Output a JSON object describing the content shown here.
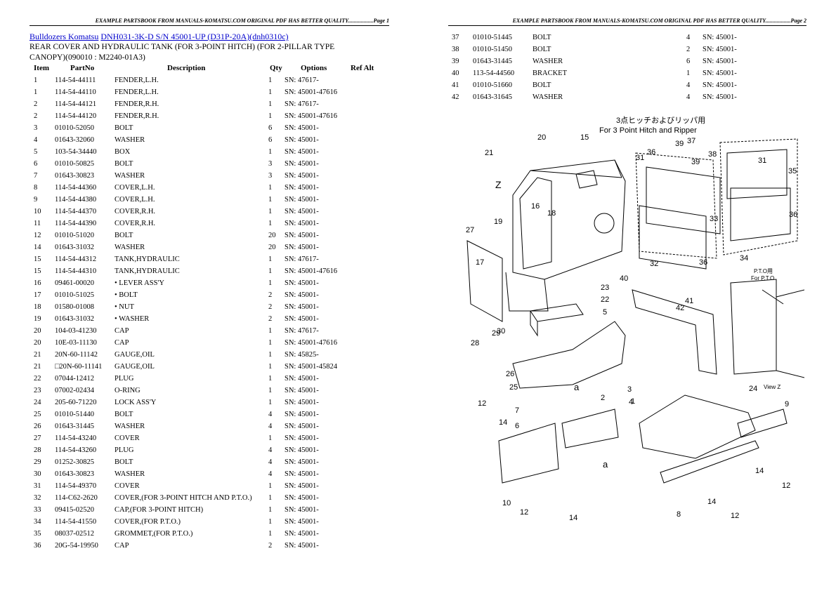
{
  "header": {
    "left": "EXAMPLE PARTSBOOK FROM MANUALS-KOMATSU.COM ORIGINAL PDF HAS BETTER QUALITY..................Page 1",
    "right": "EXAMPLE PARTSBOOK FROM MANUALS-KOMATSU.COM ORIGINAL PDF HAS BETTER QUALITY..................Page 2"
  },
  "breadcrumb": {
    "link1": "Bulldozers Komatsu",
    "link2": "DNH031-3K-D S/N 45001-UP (D31P-20A)(dnh0310c)"
  },
  "title": "REAR COVER AND HYDRAULIC TANK (FOR 3-POINT HITCH) (FOR 2-PILLAR TYPE CANOPY)(090010 : M2240-01A3)",
  "columns": {
    "item": "Item",
    "part": "PartNo",
    "desc": "Description",
    "qty": "Qty",
    "options": "Options",
    "refalt": "Ref Alt"
  },
  "parts_left": [
    {
      "item": "1",
      "part": "114-54-44111",
      "desc": "FENDER,L.H.",
      "qty": "1",
      "opt": "SN: 47617-"
    },
    {
      "item": "1",
      "part": "114-54-44110",
      "desc": "FENDER,L.H.",
      "qty": "1",
      "opt": "SN: 45001-47616"
    },
    {
      "item": "2",
      "part": "114-54-44121",
      "desc": "FENDER,R.H.",
      "qty": "1",
      "opt": "SN: 47617-"
    },
    {
      "item": "2",
      "part": "114-54-44120",
      "desc": "FENDER,R.H.",
      "qty": "1",
      "opt": "SN: 45001-47616"
    },
    {
      "item": "3",
      "part": "01010-52050",
      "desc": "BOLT",
      "qty": "6",
      "opt": "SN: 45001-"
    },
    {
      "item": "4",
      "part": "01643-32060",
      "desc": "WASHER",
      "qty": "6",
      "opt": "SN: 45001-"
    },
    {
      "item": "5",
      "part": "103-54-34440",
      "desc": "BOX",
      "qty": "1",
      "opt": "SN: 45001-"
    },
    {
      "item": "6",
      "part": "01010-50825",
      "desc": "BOLT",
      "qty": "3",
      "opt": "SN: 45001-"
    },
    {
      "item": "7",
      "part": "01643-30823",
      "desc": "WASHER",
      "qty": "3",
      "opt": "SN: 45001-"
    },
    {
      "item": "8",
      "part": "114-54-44360",
      "desc": "COVER,L.H.",
      "qty": "1",
      "opt": "SN: 45001-"
    },
    {
      "item": "9",
      "part": "114-54-44380",
      "desc": "COVER,L.H.",
      "qty": "1",
      "opt": "SN: 45001-"
    },
    {
      "item": "10",
      "part": "114-54-44370",
      "desc": "COVER,R.H.",
      "qty": "1",
      "opt": "SN: 45001-"
    },
    {
      "item": "11",
      "part": "114-54-44390",
      "desc": "COVER,R.H.",
      "qty": "1",
      "opt": "SN: 45001-"
    },
    {
      "item": "12",
      "part": "01010-51020",
      "desc": "BOLT",
      "qty": "20",
      "opt": "SN: 45001-"
    },
    {
      "item": "14",
      "part": "01643-31032",
      "desc": "WASHER",
      "qty": "20",
      "opt": "SN: 45001-"
    },
    {
      "item": "15",
      "part": "114-54-44312",
      "desc": "TANK,HYDRAULIC",
      "qty": "1",
      "opt": "SN: 47617-"
    },
    {
      "item": "15",
      "part": "114-54-44310",
      "desc": "TANK,HYDRAULIC",
      "qty": "1",
      "opt": "SN: 45001-47616"
    },
    {
      "item": "16",
      "part": "09461-00020",
      "desc": "• LEVER ASS'Y",
      "qty": "1",
      "opt": "SN: 45001-"
    },
    {
      "item": "17",
      "part": "01010-51025",
      "desc": "• BOLT",
      "qty": "2",
      "opt": "SN: 45001-"
    },
    {
      "item": "18",
      "part": "01580-01008",
      "desc": "• NUT",
      "qty": "2",
      "opt": "SN: 45001-"
    },
    {
      "item": "19",
      "part": "01643-31032",
      "desc": "• WASHER",
      "qty": "2",
      "opt": "SN: 45001-"
    },
    {
      "item": "20",
      "part": "104-03-41230",
      "desc": "CAP",
      "qty": "1",
      "opt": "SN: 47617-"
    },
    {
      "item": "20",
      "part": "10E-03-11130",
      "desc": "CAP",
      "qty": "1",
      "opt": "SN: 45001-47616"
    },
    {
      "item": "21",
      "part": "20N-60-11142",
      "desc": "GAUGE,OIL",
      "qty": "1",
      "opt": "SN: 45825-"
    },
    {
      "item": "21",
      "part": "□20N-60-11141",
      "desc": "GAUGE,OIL",
      "qty": "1",
      "opt": "SN: 45001-45824"
    },
    {
      "item": "22",
      "part": "07044-12412",
      "desc": "PLUG",
      "qty": "1",
      "opt": "SN: 45001-"
    },
    {
      "item": "23",
      "part": "07002-02434",
      "desc": "O-RING",
      "qty": "1",
      "opt": "SN: 45001-"
    },
    {
      "item": "24",
      "part": "205-60-71220",
      "desc": "LOCK ASS'Y",
      "qty": "1",
      "opt": "SN: 45001-"
    },
    {
      "item": "25",
      "part": "01010-51440",
      "desc": "BOLT",
      "qty": "4",
      "opt": "SN: 45001-"
    },
    {
      "item": "26",
      "part": "01643-31445",
      "desc": "WASHER",
      "qty": "4",
      "opt": "SN: 45001-"
    },
    {
      "item": "27",
      "part": "114-54-43240",
      "desc": "COVER",
      "qty": "1",
      "opt": "SN: 45001-"
    },
    {
      "item": "28",
      "part": "114-54-43260",
      "desc": "PLUG",
      "qty": "4",
      "opt": "SN: 45001-"
    },
    {
      "item": "29",
      "part": "01252-30825",
      "desc": "BOLT",
      "qty": "4",
      "opt": "SN: 45001-"
    },
    {
      "item": "30",
      "part": "01643-30823",
      "desc": "WASHER",
      "qty": "4",
      "opt": "SN: 45001-"
    },
    {
      "item": "31",
      "part": "114-54-49370",
      "desc": "COVER",
      "qty": "1",
      "opt": "SN: 45001-"
    },
    {
      "item": "32",
      "part": "114-C62-2620",
      "desc": "COVER,(FOR 3-POINT HITCH AND P.T.O.)",
      "qty": "1",
      "opt": "SN: 45001-"
    },
    {
      "item": "33",
      "part": "09415-02520",
      "desc": "CAP,(FOR 3-POINT HITCH)",
      "qty": "1",
      "opt": "SN: 45001-"
    },
    {
      "item": "34",
      "part": "114-54-41550",
      "desc": "COVER,(FOR P.T.O.)",
      "qty": "1",
      "opt": "SN: 45001-"
    },
    {
      "item": "35",
      "part": "08037-02512",
      "desc": "GROMMET,(FOR P.T.O.)",
      "qty": "1",
      "opt": "SN: 45001-"
    },
    {
      "item": "36",
      "part": "20G-54-19950",
      "desc": "CAP",
      "qty": "2",
      "opt": "SN: 45001-"
    }
  ],
  "parts_right": [
    {
      "item": "37",
      "part": "01010-51445",
      "desc": "BOLT",
      "qty": "4",
      "opt": "SN: 45001-"
    },
    {
      "item": "38",
      "part": "01010-51450",
      "desc": "BOLT",
      "qty": "2",
      "opt": "SN: 45001-"
    },
    {
      "item": "39",
      "part": "01643-31445",
      "desc": "WASHER",
      "qty": "6",
      "opt": "SN: 45001-"
    },
    {
      "item": "40",
      "part": "113-54-44560",
      "desc": "BRACKET",
      "qty": "1",
      "opt": "SN: 45001-"
    },
    {
      "item": "41",
      "part": "01010-51660",
      "desc": "BOLT",
      "qty": "4",
      "opt": "SN: 45001-"
    },
    {
      "item": "42",
      "part": "01643-31645",
      "desc": "WASHER",
      "qty": "4",
      "opt": "SN: 45001-"
    }
  ],
  "diagram": {
    "caption_jp": "3点ヒッチおよびリッパ用",
    "caption_en": "For 3 Point Hitch and Ripper",
    "pto_jp": "P.T.O用",
    "pto_en": "For P.T.O",
    "view_label": "Z",
    "view_caption": "View Z",
    "arrow_a": "a",
    "labels": [
      "1",
      "2",
      "3",
      "4",
      "5",
      "6",
      "7",
      "8",
      "9",
      "10",
      "12",
      "12",
      "12",
      "12",
      "14",
      "14",
      "14",
      "14",
      "15",
      "16",
      "17",
      "18",
      "19",
      "20",
      "21",
      "22",
      "23",
      "24",
      "25",
      "26",
      "27",
      "28",
      "29",
      "30",
      "31",
      "31",
      "32",
      "33",
      "34",
      "35",
      "36",
      "36",
      "36",
      "37",
      "38",
      "39",
      "39",
      "40",
      "41",
      "42"
    ]
  }
}
